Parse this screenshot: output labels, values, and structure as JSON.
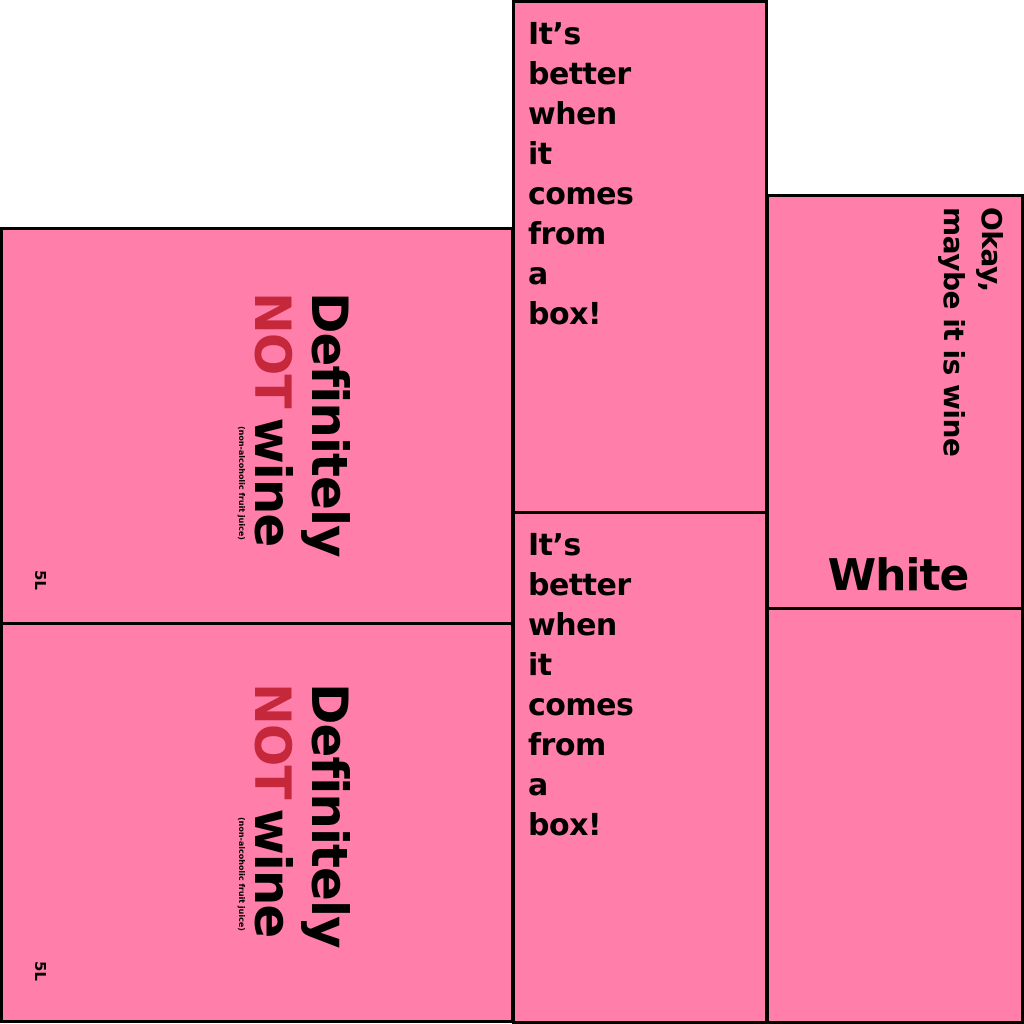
{
  "colors": {
    "panel_fill": "#FF7FAA",
    "outline": "#000000",
    "accent_text": "#C4283A",
    "text": "#000000"
  },
  "side_panels": [
    {
      "title": "Definitely",
      "not_text": "NOT",
      "wine_text": "wine",
      "subtitle": "(non-alcoholic fruit juice)",
      "volume": "5L"
    },
    {
      "title": "Definitely",
      "not_text": "NOT",
      "wine_text": "wine",
      "subtitle": "(non-alcoholic fruit juice)",
      "volume": "5L"
    }
  ],
  "front_panels": [
    {
      "lines": [
        "It’s",
        "better",
        "when",
        "it",
        "comes",
        "from",
        "a",
        "box!"
      ]
    },
    {
      "lines": [
        "It’s",
        "better",
        "when",
        "it",
        "comes",
        "from",
        "a",
        "box!"
      ]
    }
  ],
  "end_panel": {
    "okay_lines": [
      "Okay,",
      "maybe it is wine"
    ],
    "variety": "White"
  }
}
